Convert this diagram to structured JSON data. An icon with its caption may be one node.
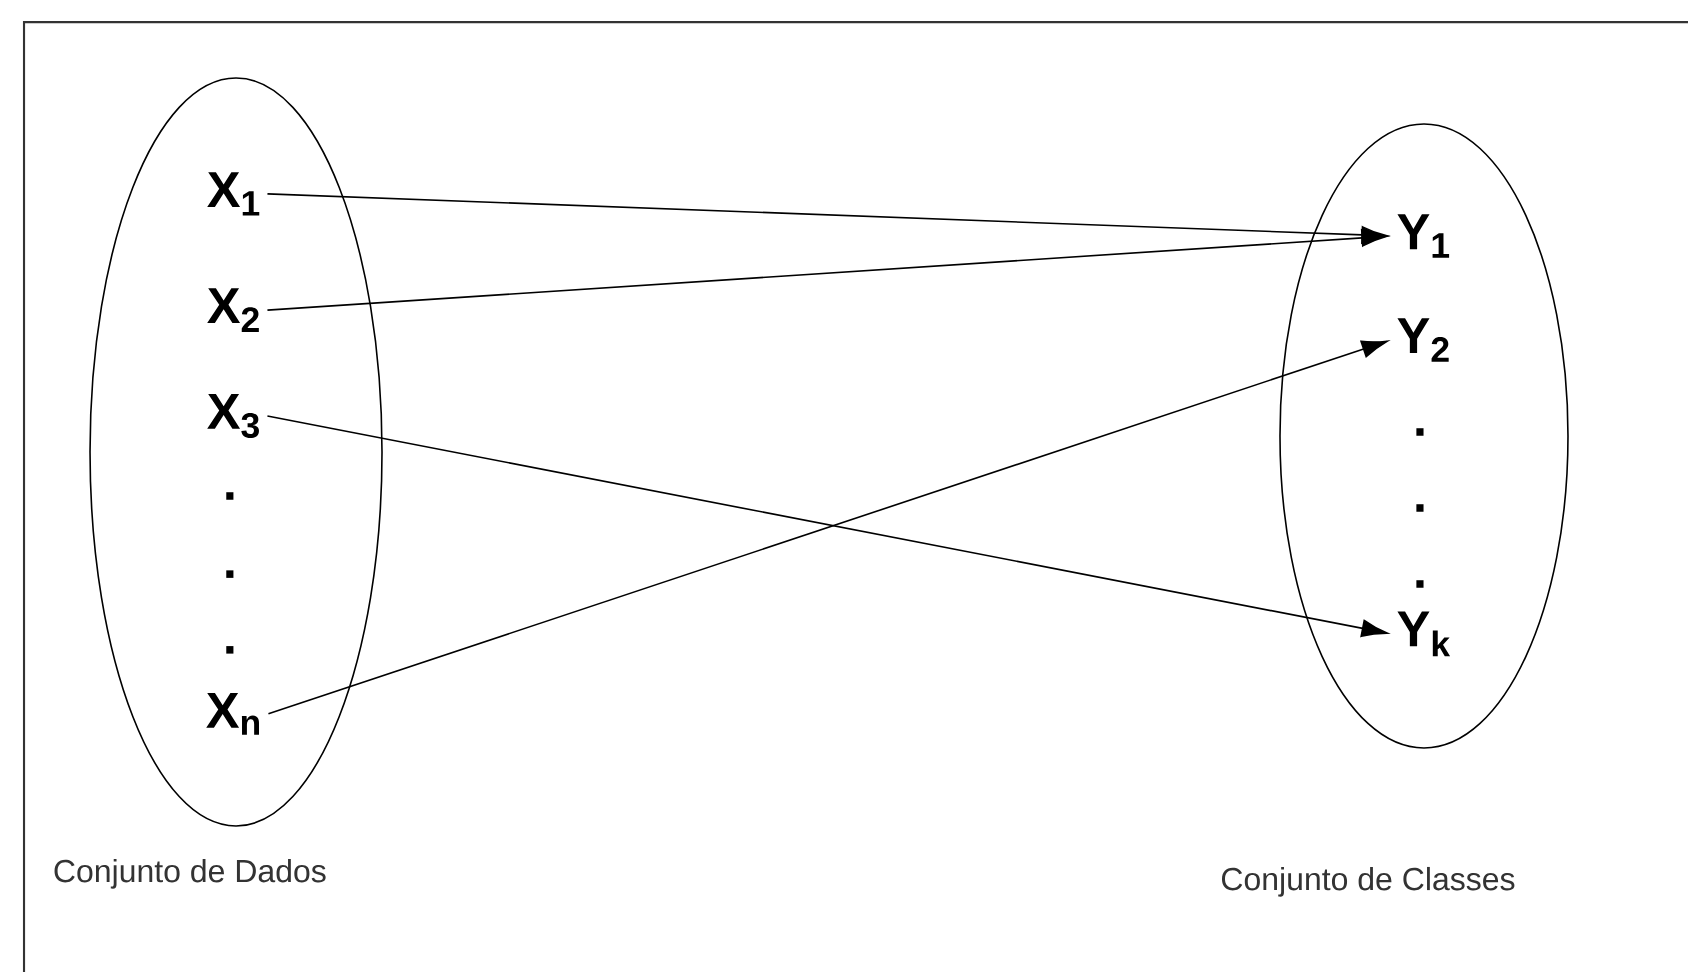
{
  "diagram": {
    "nodes": [
      {
        "text": [],
        "shape": "ellipse",
        "beside": [
          "Conjunto de Dados"
        ]
      },
      {
        "text": [
          "X$_{1}$"
        ],
        "in": 0
      },
      {
        "text": [
          "X$_{2}$"
        ],
        "in": 0
      },
      {
        "text": [
          "X$_{3}$"
        ],
        "in": 0
      },
      {
        "text": [
          "X$_{n}$"
        ],
        "in": 0
      },
      {
        "text": [],
        "shape": "ellipse",
        "beside": [
          "Conjunto de Classes"
        ]
      },
      {
        "text": [
          "Y$_{1}$"
        ],
        "in": 5
      },
      {
        "text": [
          "Y$_{2}$"
        ],
        "in": 5
      },
      {
        "text": [
          "Y$_{k}$"
        ],
        "in": 5
      }
    ],
    "edges": [
      {
        "from": 1,
        "to": 6,
        "arrow": "to"
      },
      {
        "from": 2,
        "to": 6,
        "arrow": "to"
      },
      {
        "from": 3,
        "to": 8,
        "arrow": "to"
      },
      {
        "from": 4,
        "to": 7,
        "arrow": "to"
      }
    ],
    "labels": [
      ".",
      ".",
      ".",
      ".",
      ".",
      "."
    ]
  }
}
